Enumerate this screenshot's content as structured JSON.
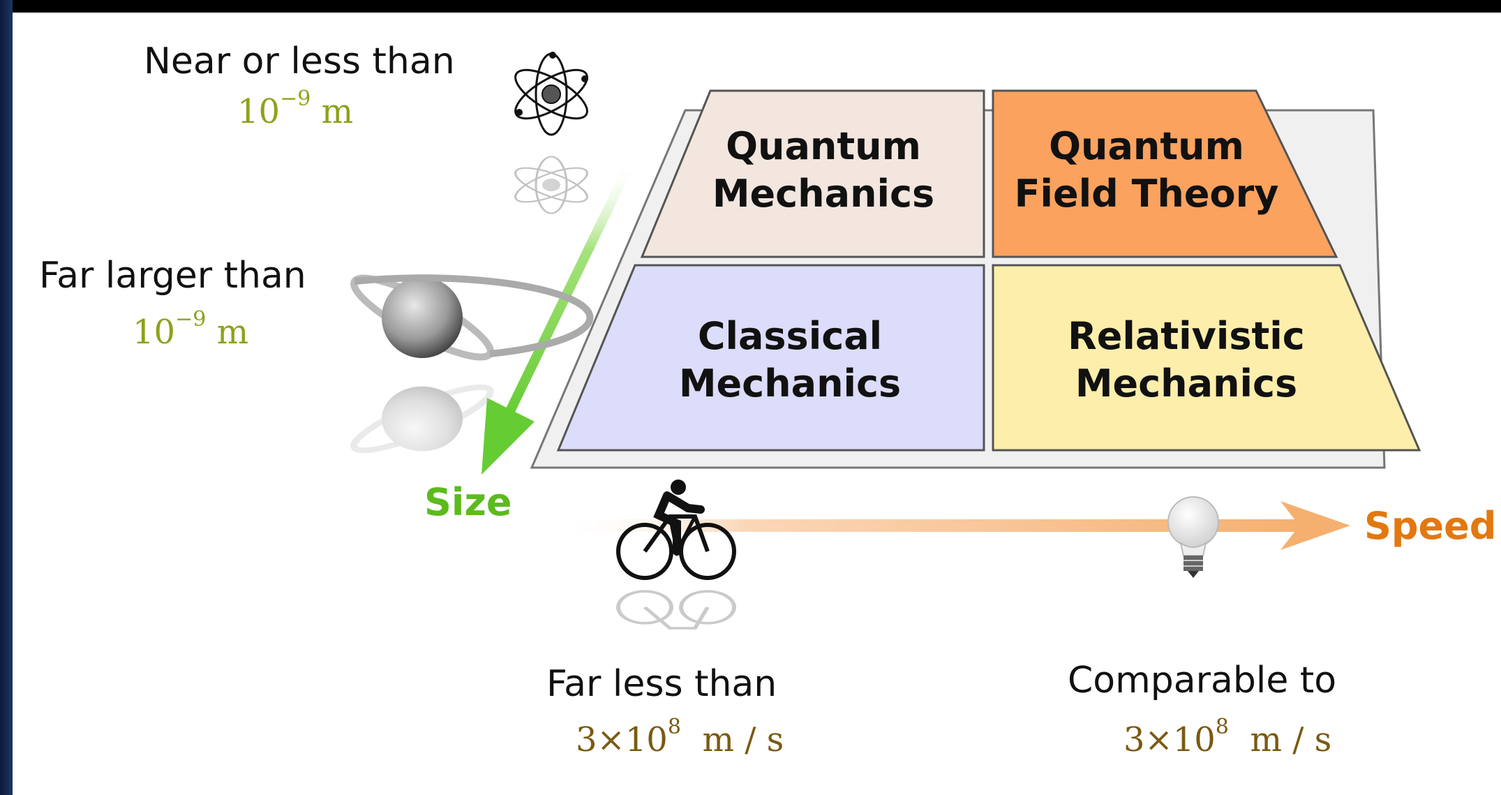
{
  "quadrants": {
    "top_left": [
      "Quantum",
      "Mechanics"
    ],
    "top_right": [
      "Quantum",
      "Field Theory"
    ],
    "bottom_left": [
      "Classical",
      "Mechanics"
    ],
    "bottom_right": [
      "Relativistic",
      "Mechanics"
    ]
  },
  "size_axis": {
    "label": "Size",
    "small": {
      "text": "Near or less than",
      "unit_base": "10",
      "unit_exp": "−9",
      "unit_tail": " m"
    },
    "large": {
      "text": "Far larger than",
      "unit_base": "10",
      "unit_exp": "−9",
      "unit_tail": " m"
    }
  },
  "speed_axis": {
    "label": "Speed",
    "slow": {
      "text": "Far less than",
      "unit_base": "3×10",
      "unit_exp": "8",
      "unit_tail": "  m / s"
    },
    "fast": {
      "text": "Comparable to",
      "unit_base": "3×10",
      "unit_exp": "8",
      "unit_tail": "  m / s"
    }
  },
  "colors": {
    "quantum_mechanics": "#f2e6df",
    "quantum_field_theory": "#fba25f",
    "classical_mechanics": "#dcdcfb",
    "relativistic_mechanics": "#fdeeab",
    "size_arrow": "#66cc33",
    "speed_arrow": "#f5b070",
    "size_label": "#5bbb1c",
    "speed_label": "#e2780e"
  },
  "icons": [
    "atom-icon",
    "planet-icon",
    "bicycle-icon",
    "lightbulb-icon"
  ]
}
